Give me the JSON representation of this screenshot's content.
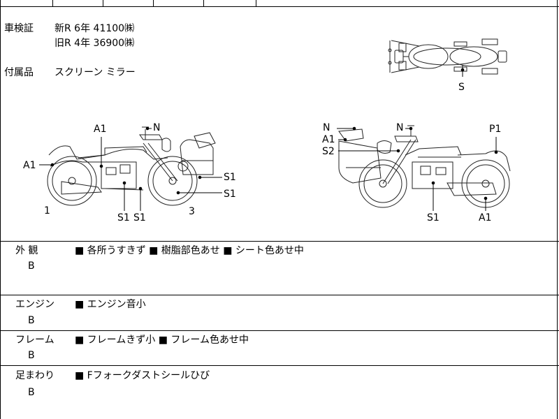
{
  "inspection": {
    "label": "車検証",
    "new_line": "新R  6年  41100㈱",
    "old_line": "旧R  4年  36900㈱"
  },
  "accessories": {
    "label": "付属品",
    "value": "スクリーン ミラー"
  },
  "diagram_labels": {
    "s_top": "S",
    "a1_left_top": "A1",
    "n_left": "N",
    "a1_left_side": "A1",
    "s1_left_tail": "S1",
    "s1_left_wheel": "S1",
    "one": "1",
    "three": "3",
    "s1_bottom_a": "S1",
    "s1_bottom_b": "S1",
    "n_right_a": "N",
    "n_right_b": "N",
    "a1_right": "A1",
    "s2_right": "S2",
    "p1_right": "P1",
    "s1_right_bottom": "S1",
    "a1_right_bottom": "A1"
  },
  "sections": [
    {
      "title": "外  観",
      "grade": "B",
      "notes": "■ 各所うすきず ■ 樹脂部色あせ ■ シート色あせ中"
    },
    {
      "title": "エンジン",
      "grade": "B",
      "notes": "■ エンジン音小"
    },
    {
      "title": "フレーム",
      "grade": "B",
      "notes": "■ フレームきず小 ■ フレーム色あせ中"
    },
    {
      "title": "足まわり",
      "grade": "B",
      "notes": "■ Fフォークダストシールひび"
    }
  ]
}
